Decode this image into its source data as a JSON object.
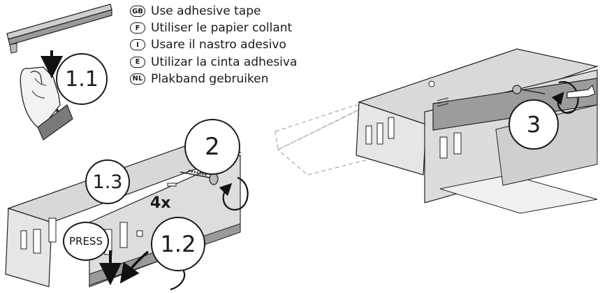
{
  "languages": [
    {
      "code": "GB",
      "text": "Use adhesive tape"
    },
    {
      "code": "F",
      "text": "Utiliser le papier collant"
    },
    {
      "code": "I",
      "text": "Usare il nastro adesivo"
    },
    {
      "code": "E",
      "text": "Utilizar la cinta adhesiva"
    },
    {
      "code": "NL",
      "text": "Plakband gebruiken"
    }
  ],
  "steps": {
    "step_1_1": "1.1",
    "step_1_2": "1.2",
    "step_1_3": "1.3",
    "step_2": "2",
    "step_3": "3",
    "press": "PRESS"
  },
  "quantity_label": "4x"
}
